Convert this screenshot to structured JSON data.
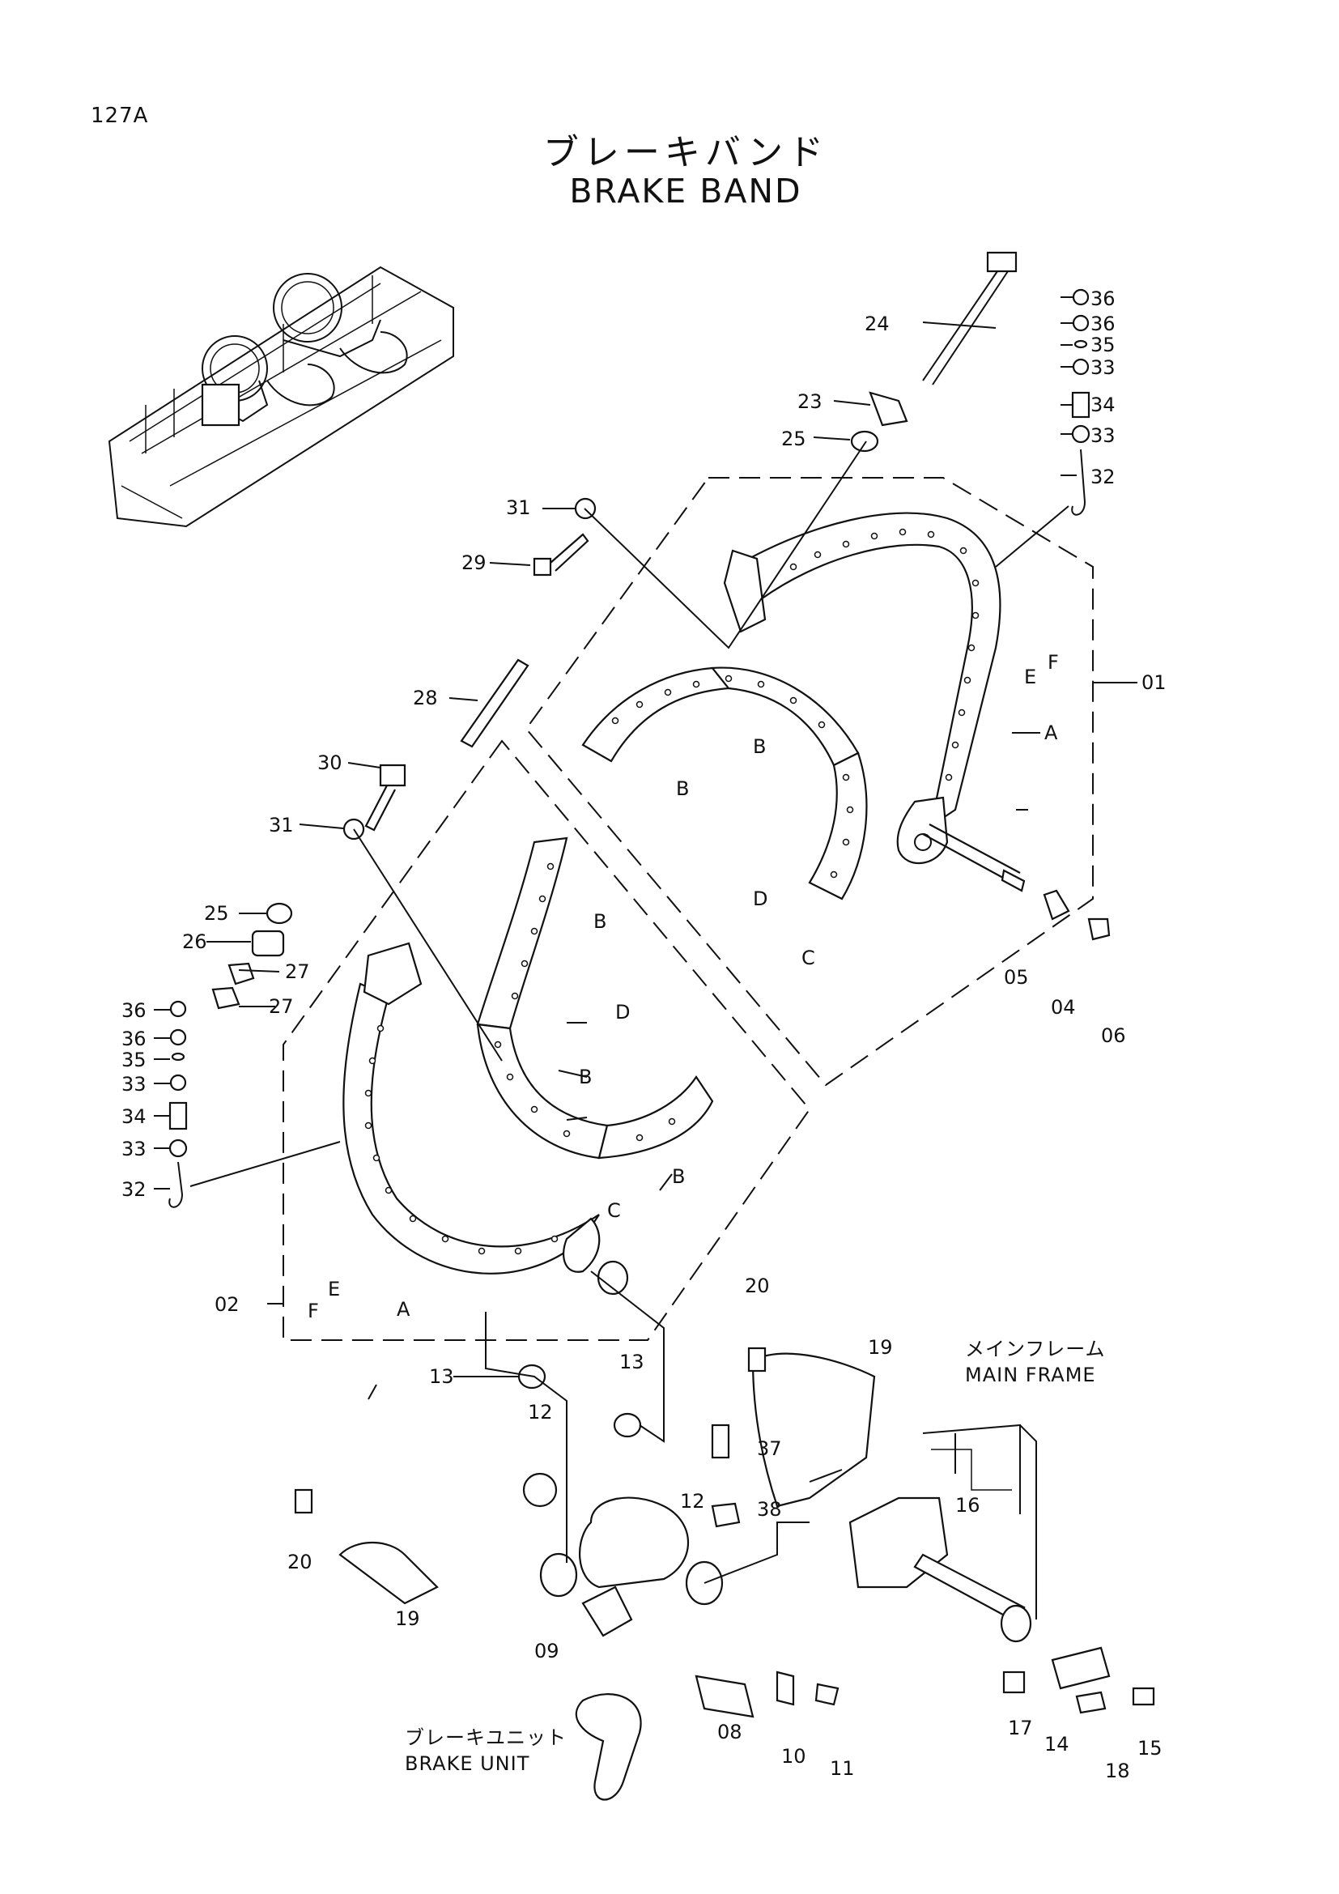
{
  "page": {
    "number": "127A"
  },
  "title": {
    "jp": "ブレーキバンド",
    "en": "BRAKE BAND"
  },
  "notes": {
    "main_frame": {
      "jp": "メインフレーム",
      "en": "MAIN FRAME"
    },
    "brake_unit": {
      "jp": "ブレーキユニット",
      "en": "BRAKE UNIT"
    }
  },
  "callouts": {
    "c01": "01",
    "c02": "02",
    "c04": "04",
    "c05": "05",
    "c06": "06",
    "c08": "08",
    "c09": "09",
    "c10": "10",
    "c11": "11",
    "c12a": "12",
    "c12b": "12",
    "c13a": "13",
    "c13b": "13",
    "c14": "14",
    "c15": "15",
    "c16": "16",
    "c17": "17",
    "c18": "18",
    "c19a": "19",
    "c19b": "19",
    "c20a": "20",
    "c20b": "20",
    "c23": "23",
    "c24": "24",
    "c25a": "25",
    "c25b": "25",
    "c26": "26",
    "c27a": "27",
    "c27b": "27",
    "c28": "28",
    "c29": "29",
    "c30": "30",
    "c31a": "31",
    "c31b": "31",
    "c32a": "32",
    "c32b": "32",
    "c33a": "33",
    "c33b": "33",
    "c33c": "33",
    "c33d": "33",
    "c34a": "34",
    "c34b": "34",
    "c35a": "35",
    "c35b": "35",
    "c36a": "36",
    "c36b": "36",
    "c36c": "36",
    "c36d": "36",
    "c37": "37",
    "c38": "38",
    "cA1": "A",
    "cA2": "A",
    "cB1": "B",
    "cB2": "B",
    "cB3": "B",
    "cB4": "B",
    "cB5": "B",
    "cC1": "C",
    "cC2": "C",
    "cD1": "D",
    "cD2": "D",
    "cE1": "E",
    "cE2": "E",
    "cF1": "F",
    "cF2": "F"
  }
}
